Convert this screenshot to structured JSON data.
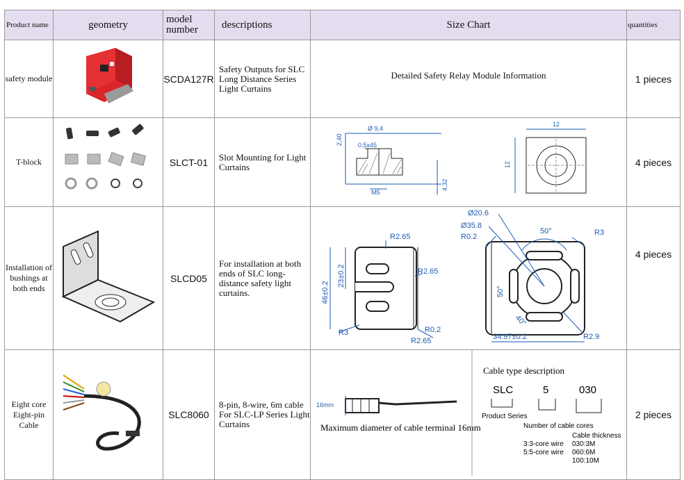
{
  "headers": {
    "product_name": "Product name",
    "geometry": "geometry",
    "model_number": "model number",
    "descriptions": "descriptions",
    "size_chart": "Size Chart",
    "quantities": "quantities"
  },
  "rows": [
    {
      "name": "safety module",
      "model": "SCDA127R",
      "description": "Safety Outputs for SLC Long Distance Series Light Curtains",
      "size_chart_text": "Detailed Safety Relay Module Information",
      "quantity": "1 pieces"
    },
    {
      "name": "T-block",
      "model": "SLCT-01",
      "description": "Slot Mounting for Light Curtains",
      "quantity": "4 pieces",
      "dims": {
        "d94": "Ø 9,4",
        "c05": "0,5x45",
        "h240": "2,40",
        "m5": "M5",
        "h432": "4,32",
        "w12": "12",
        "h12": "12"
      }
    },
    {
      "name": "Installation of bushings at both ends",
      "model": "SLCD05",
      "description": "For installation at both ends of SLC long-distance safety light curtains.",
      "quantity": "4 pieces",
      "dims": {
        "r265a": "R2.65",
        "r265b": "R2.65",
        "r265c": "R2.65",
        "r3a": "R3",
        "r02a": "R0.2",
        "h46": "46±0.2",
        "h23": "23±0.2",
        "d206": "Ø20.6",
        "d358": "Ø35.8",
        "r02b": "R0.2",
        "a50a": "50°",
        "r3b": "R3",
        "a50b": "50°",
        "a40": "40°",
        "w3497": "34.97±0.2",
        "r29": "R2.9"
      }
    },
    {
      "name": "Eight core Eight-pin Cable",
      "model": "SLC8060",
      "description": "8-pin, 8-wire, 6m cable For SLC-LP Series Light Curtains",
      "quantity": "2 pieces",
      "cable_dim": "16mm",
      "cable_note": "Maximum diameter of cable terminal 16mm",
      "cable_type": {
        "title": "Cable type description",
        "code_series": "SLC",
        "code_cores": "5",
        "code_thickness": "030",
        "label_series": "Product Series",
        "label_cores": "Number of cable cores",
        "cores_3": "3:3-core wire",
        "cores_5": "5:5-core wire",
        "label_thickness": "Cable thickness",
        "thick_030": "030:3M",
        "thick_060": "060:6M",
        "thick_100": "100:10M"
      }
    }
  ]
}
